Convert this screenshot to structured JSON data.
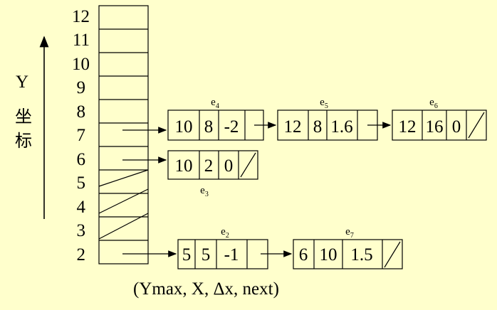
{
  "axis": {
    "label": "Y",
    "char1": "坐",
    "char2": "标"
  },
  "rows": [
    "12",
    "11",
    "10",
    "9",
    "8",
    "7",
    "6",
    "5",
    "4",
    "3",
    "2"
  ],
  "edges": {
    "e4": {
      "name": "e",
      "sub": "4",
      "ymax": "10",
      "x": "8",
      "dx": "-2"
    },
    "e5": {
      "name": "e",
      "sub": "5",
      "ymax": "12",
      "x": "8",
      "dx": "1.6"
    },
    "e6": {
      "name": "e",
      "sub": "6",
      "ymax": "12",
      "x": "16",
      "dx": "0"
    },
    "e3": {
      "name": "e",
      "sub": "3",
      "ymax": "10",
      "x": "2",
      "dx": "0"
    },
    "e2": {
      "name": "e",
      "sub": "2",
      "ymax": "5",
      "x": "5",
      "dx": "-1"
    },
    "e7": {
      "name": "e",
      "sub": "7",
      "ymax": "6",
      "x": "10",
      "dx": "1.5"
    }
  },
  "caption": "(Ymax, X, Δx, next)"
}
